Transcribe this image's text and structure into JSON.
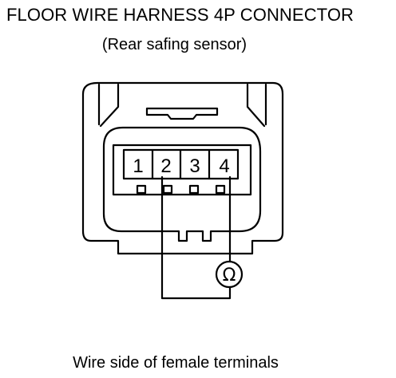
{
  "diagram": {
    "title": "FLOOR WIRE HARNESS 4P CONNECTOR",
    "subtitle": "(Rear safing sensor)",
    "caption": "Wire side of female terminals",
    "pins": [
      "1",
      "2",
      "3",
      "4"
    ],
    "meter_symbol": "Ω",
    "meter_connected_pins": [
      "2",
      "4"
    ],
    "line_color": "#000000",
    "background_color": "#ffffff"
  }
}
